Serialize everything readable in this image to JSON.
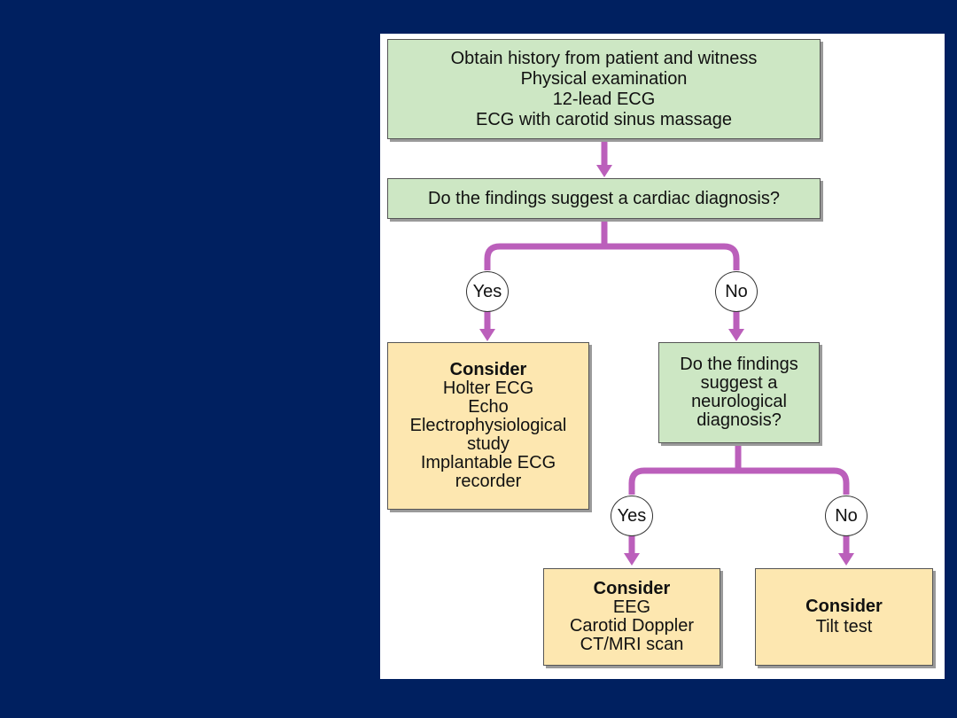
{
  "start_box": {
    "lines": [
      "Obtain history from patient and witness",
      "Physical examination",
      "12-lead ECG",
      "ECG with carotid sinus massage"
    ]
  },
  "cardiac_question": "Do the findings suggest a cardiac diagnosis?",
  "cardiac_yes_label": "Yes",
  "cardiac_no_label": "No",
  "cardiac_consider": {
    "heading": "Consider",
    "lines": [
      "Holter ECG",
      "Echo",
      "Electrophysiological",
      "study",
      "Implantable ECG",
      "recorder"
    ]
  },
  "neuro_question": {
    "lines": [
      "Do the findings",
      "suggest a",
      "neurological",
      "diagnosis?"
    ]
  },
  "neuro_yes_label": "Yes",
  "neuro_no_label": "No",
  "neuro_consider": {
    "heading": "Consider",
    "lines": [
      "EEG",
      "Carotid Doppler",
      "CT/MRI scan"
    ]
  },
  "tilt_consider": {
    "heading": "Consider",
    "lines": [
      "Tilt test"
    ]
  },
  "colors": {
    "background": "#002060",
    "question_box": "#cde7c4",
    "consider_box": "#fde7b0",
    "connector": "#bb5fbb"
  }
}
